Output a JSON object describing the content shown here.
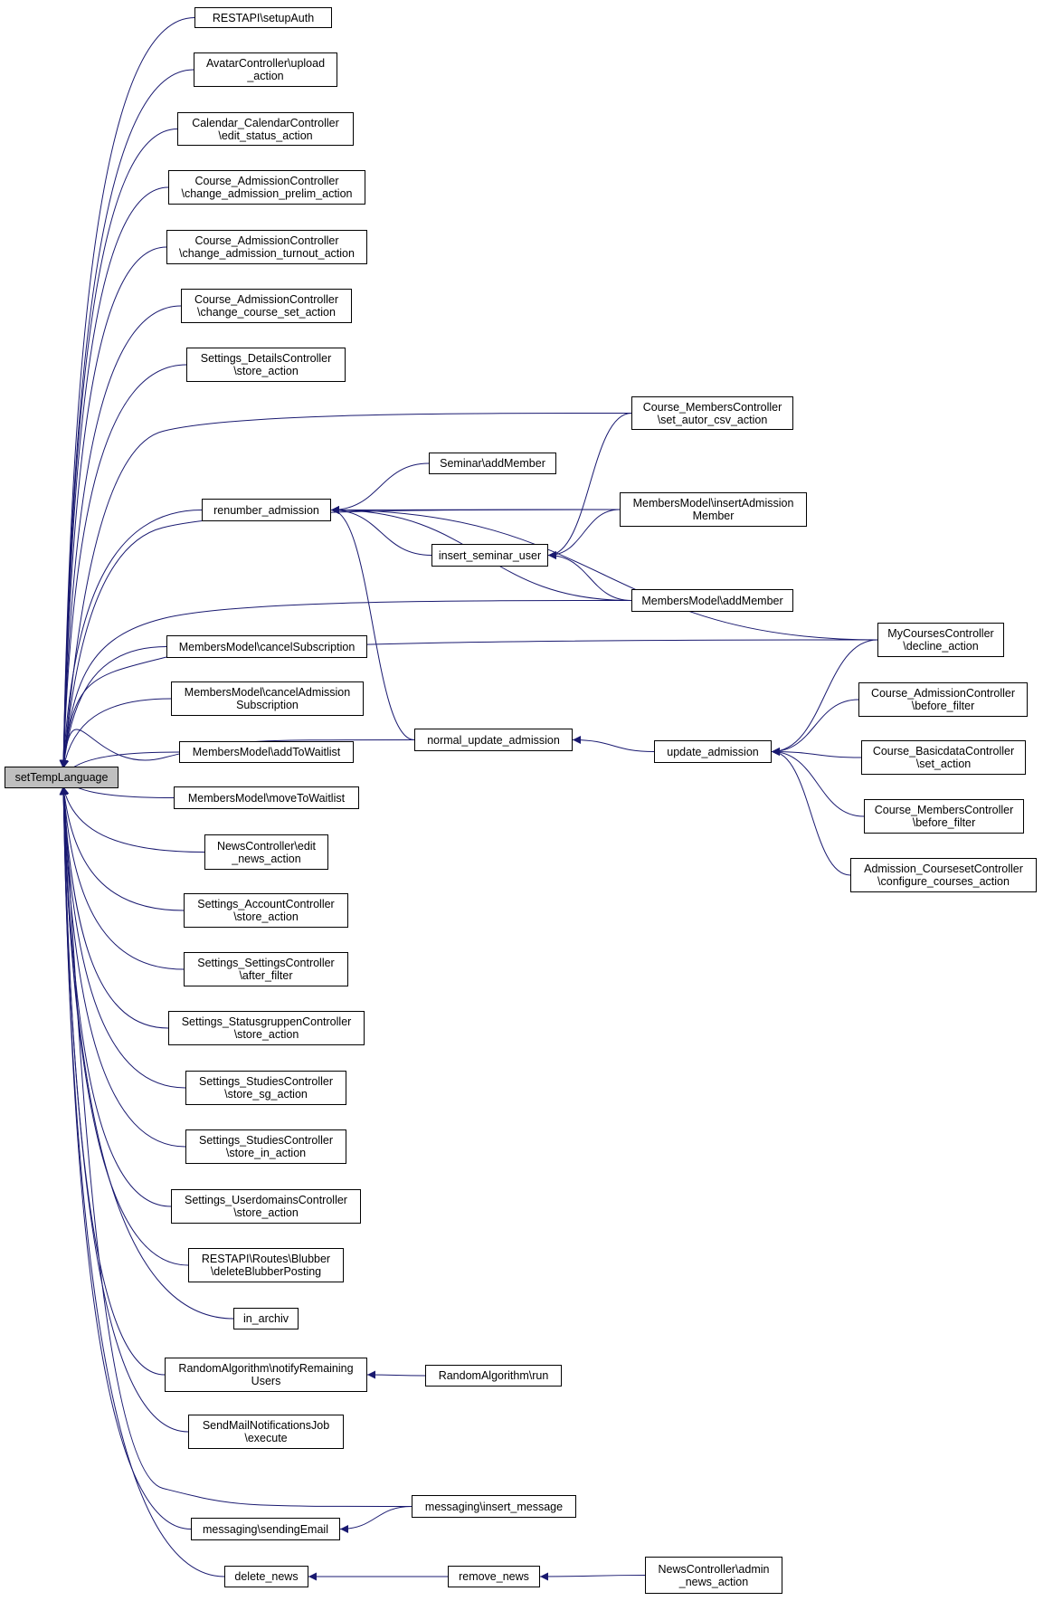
{
  "root": {
    "id": "setTempLanguage",
    "label": "setTempLanguage"
  },
  "nodes": [
    {
      "id": "setupAuth",
      "label": "RESTAPI\\setupAuth"
    },
    {
      "id": "avatar",
      "label": "AvatarController\\upload\n_action"
    },
    {
      "id": "calendar",
      "label": "Calendar_CalendarController\n\\edit_status_action"
    },
    {
      "id": "adm_prelim",
      "label": "Course_AdmissionController\n\\change_admission_prelim_action"
    },
    {
      "id": "adm_turnout",
      "label": "Course_AdmissionController\n\\change_admission_turnout_action"
    },
    {
      "id": "adm_courseset",
      "label": "Course_AdmissionController\n\\change_course_set_action"
    },
    {
      "id": "details_store",
      "label": "Settings_DetailsController\n\\store_action"
    },
    {
      "id": "members_csv",
      "label": "Course_MembersController\n\\set_autor_csv_action"
    },
    {
      "id": "seminar_add",
      "label": "Seminar\\addMember"
    },
    {
      "id": "renumber",
      "label": "renumber_admission"
    },
    {
      "id": "insert_adm_member",
      "label": "MembersModel\\insertAdmission\nMember"
    },
    {
      "id": "insert_sem_user",
      "label": "insert_seminar_user"
    },
    {
      "id": "mm_addmember",
      "label": "MembersModel\\addMember"
    },
    {
      "id": "mycourses",
      "label": "MyCoursesController\n\\decline_action"
    },
    {
      "id": "cancel_sub",
      "label": "MembersModel\\cancelSubscription"
    },
    {
      "id": "cancel_adm_sub",
      "label": "MembersModel\\cancelAdmission\nSubscription"
    },
    {
      "id": "adm_before",
      "label": "Course_AdmissionController\n\\before_filter"
    },
    {
      "id": "normal_update",
      "label": "normal_update_admission"
    },
    {
      "id": "update_adm",
      "label": "update_admission"
    },
    {
      "id": "add_waitlist",
      "label": "MembersModel\\addToWaitlist"
    },
    {
      "id": "basicdata",
      "label": "Course_BasicdataController\n\\set_action"
    },
    {
      "id": "move_waitlist",
      "label": "MembersModel\\moveToWaitlist"
    },
    {
      "id": "members_before",
      "label": "Course_MembersController\n\\before_filter"
    },
    {
      "id": "news_edit",
      "label": "NewsController\\edit\n_news_action"
    },
    {
      "id": "courseset_cfg",
      "label": "Admission_CoursesetController\n\\configure_courses_action"
    },
    {
      "id": "account_store",
      "label": "Settings_AccountController\n\\store_action"
    },
    {
      "id": "settings_after",
      "label": "Settings_SettingsController\n\\after_filter"
    },
    {
      "id": "statusgruppen",
      "label": "Settings_StatusgruppenController\n\\store_action"
    },
    {
      "id": "studies_sg",
      "label": "Settings_StudiesController\n\\store_sg_action"
    },
    {
      "id": "studies_in",
      "label": "Settings_StudiesController\n\\store_in_action"
    },
    {
      "id": "userdomains",
      "label": "Settings_UserdomainsController\n\\store_action"
    },
    {
      "id": "blubber",
      "label": "RESTAPI\\Routes\\Blubber\n\\deleteBlubberPosting"
    },
    {
      "id": "in_archiv",
      "label": "in_archiv"
    },
    {
      "id": "random_notify",
      "label": "RandomAlgorithm\\notifyRemaining\nUsers"
    },
    {
      "id": "random_run",
      "label": "RandomAlgorithm\\run"
    },
    {
      "id": "sendmail_job",
      "label": "SendMailNotificationsJob\n\\execute"
    },
    {
      "id": "insert_message",
      "label": "messaging\\insert_message"
    },
    {
      "id": "sending_email",
      "label": "messaging\\sendingEmail"
    },
    {
      "id": "delete_news",
      "label": "delete_news"
    },
    {
      "id": "remove_news",
      "label": "remove_news"
    },
    {
      "id": "news_admin",
      "label": "NewsController\\admin\n_news_action"
    }
  ],
  "edges": [
    [
      "setupAuth",
      "setTempLanguage"
    ],
    [
      "avatar",
      "setTempLanguage"
    ],
    [
      "calendar",
      "setTempLanguage"
    ],
    [
      "adm_prelim",
      "setTempLanguage"
    ],
    [
      "adm_turnout",
      "setTempLanguage"
    ],
    [
      "adm_courseset",
      "setTempLanguage"
    ],
    [
      "details_store",
      "setTempLanguage"
    ],
    [
      "members_csv",
      "setTempLanguage"
    ],
    [
      "insert_adm_member",
      "setTempLanguage"
    ],
    [
      "renumber",
      "setTempLanguage"
    ],
    [
      "mm_addmember",
      "setTempLanguage"
    ],
    [
      "mycourses",
      "setTempLanguage"
    ],
    [
      "cancel_sub",
      "setTempLanguage"
    ],
    [
      "cancel_adm_sub",
      "setTempLanguage"
    ],
    [
      "normal_update",
      "setTempLanguage"
    ],
    [
      "add_waitlist",
      "setTempLanguage"
    ],
    [
      "move_waitlist",
      "setTempLanguage"
    ],
    [
      "news_edit",
      "setTempLanguage"
    ],
    [
      "account_store",
      "setTempLanguage"
    ],
    [
      "settings_after",
      "setTempLanguage"
    ],
    [
      "statusgruppen",
      "setTempLanguage"
    ],
    [
      "studies_sg",
      "setTempLanguage"
    ],
    [
      "studies_in",
      "setTempLanguage"
    ],
    [
      "userdomains",
      "setTempLanguage"
    ],
    [
      "blubber",
      "setTempLanguage"
    ],
    [
      "in_archiv",
      "setTempLanguage"
    ],
    [
      "random_notify",
      "setTempLanguage"
    ],
    [
      "sendmail_job",
      "setTempLanguage"
    ],
    [
      "insert_message",
      "setTempLanguage"
    ],
    [
      "sending_email",
      "setTempLanguage"
    ],
    [
      "delete_news",
      "setTempLanguage"
    ],
    [
      "seminar_add",
      "renumber"
    ],
    [
      "insert_adm_member",
      "renumber"
    ],
    [
      "insert_sem_user",
      "renumber"
    ],
    [
      "mm_addmember",
      "renumber"
    ],
    [
      "normal_update",
      "renumber"
    ],
    [
      "mycourses",
      "renumber"
    ],
    [
      "members_csv",
      "insert_sem_user"
    ],
    [
      "insert_adm_member",
      "insert_sem_user"
    ],
    [
      "mm_addmember",
      "insert_sem_user"
    ],
    [
      "update_adm",
      "normal_update"
    ],
    [
      "mycourses",
      "update_adm"
    ],
    [
      "adm_before",
      "update_adm"
    ],
    [
      "basicdata",
      "update_adm"
    ],
    [
      "members_before",
      "update_adm"
    ],
    [
      "courseset_cfg",
      "update_adm"
    ],
    [
      "random_run",
      "random_notify"
    ],
    [
      "insert_message",
      "sending_email"
    ],
    [
      "remove_news",
      "delete_news"
    ],
    [
      "news_admin",
      "remove_news"
    ]
  ],
  "colors": {
    "edge": "#191970",
    "node_border": "#000000",
    "root_fill": "#bfbfbf",
    "node_fill": "#ffffff"
  }
}
